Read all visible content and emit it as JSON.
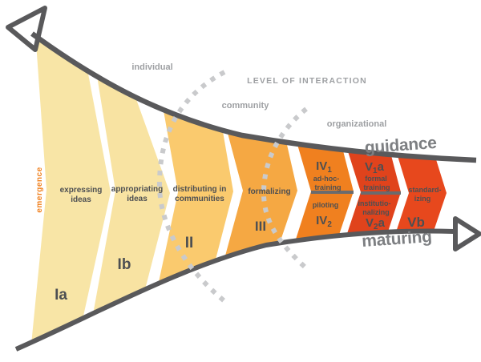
{
  "zones": {
    "individual": "individual",
    "community": "community",
    "organizational": "organizational",
    "axis_title": "LEVEL OF INTERACTION"
  },
  "arrows": {
    "guidance": "guidance",
    "maturing": "maturing"
  },
  "side_label": "emergence",
  "phases": [
    {
      "id": "Ia",
      "color": "#F8E5A6",
      "lines": [
        "expressing",
        "ideas"
      ],
      "numeral": "Ia"
    },
    {
      "id": "Ib",
      "color": "#F8E3A2",
      "lines": [
        "appropriating",
        "ideas"
      ],
      "numeral": "Ib"
    },
    {
      "id": "II",
      "color": "#FACA6E",
      "lines": [
        "distributing in",
        "communities"
      ],
      "numeral": "II"
    },
    {
      "id": "III",
      "color": "#F5A843",
      "lines": [
        "formalizing"
      ],
      "numeral": "III"
    },
    {
      "id": "IV",
      "color": "#F0801F",
      "top": {
        "numeral": "IV",
        "sub": "1",
        "lines": [
          "ad-hoc-",
          "training"
        ]
      },
      "bottom": {
        "numeral": "IV",
        "sub": "2",
        "lines": [
          "piloting"
        ]
      }
    },
    {
      "id": "V",
      "color": "#E0431C",
      "top": {
        "numeral": "V",
        "sub": "1",
        "suffix": "a",
        "lines": [
          "formal",
          "training"
        ]
      },
      "bottom": {
        "numeral": "V",
        "sub": "2",
        "suffix": "a",
        "lines": [
          "institutio-",
          "nalizing"
        ]
      }
    },
    {
      "id": "Vb",
      "color": "#E7481D",
      "lines": [
        "standard-",
        "izing"
      ],
      "numeral": "Vb"
    }
  ],
  "colors": {
    "curve": "#59595B",
    "dashes": "#C9CACC",
    "zone_label": "#9EA0A3",
    "arrow_label": "#7D7F82",
    "band_text": "#4D4F52",
    "divider": "#6A6B6E",
    "side_label": "#F0811F"
  }
}
